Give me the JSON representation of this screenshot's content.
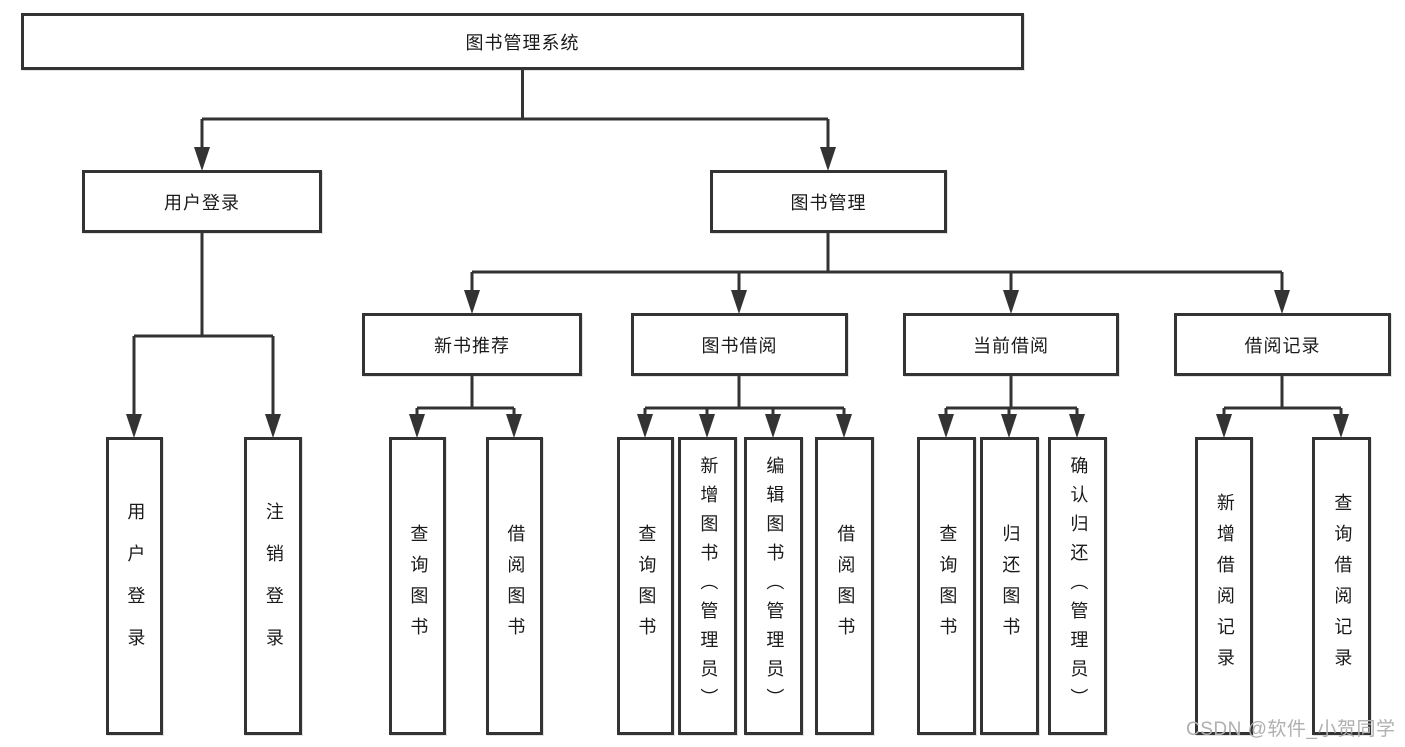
{
  "tree": {
    "root": {
      "label": "图书管理系统"
    },
    "level2": [
      {
        "id": "user-login",
        "label": "用户登录"
      },
      {
        "id": "book-management",
        "label": "图书管理"
      }
    ],
    "level3": [
      {
        "id": "new-book-recommendation",
        "label": "新书推荐"
      },
      {
        "id": "book-borrowing",
        "label": "图书借阅"
      },
      {
        "id": "current-borrowing",
        "label": "当前借阅"
      },
      {
        "id": "borrowing-records",
        "label": "借阅记录"
      }
    ],
    "leaves": {
      "user_login": [
        "用户登录",
        "注销登录"
      ],
      "new_book_recommendation": [
        "查询图书",
        "借阅图书"
      ],
      "book_borrowing": [
        "查询图书",
        "新增图书（管理员）",
        "编辑图书（管理员）",
        "借阅图书"
      ],
      "current_borrowing": [
        "查询图书",
        "归还图书",
        "确认归还（管理员）"
      ],
      "borrowing_records": [
        "新增借阅记录",
        "查询借阅记录"
      ]
    }
  },
  "watermark": {
    "text": "CSDN @软件_小贺同学"
  },
  "colors": {
    "line": "#333333",
    "box_border": "#333333",
    "box_background": "#ffffff",
    "text": "#1a1a1a",
    "watermark": "#b0b0b0",
    "background": "#ffffff"
  }
}
